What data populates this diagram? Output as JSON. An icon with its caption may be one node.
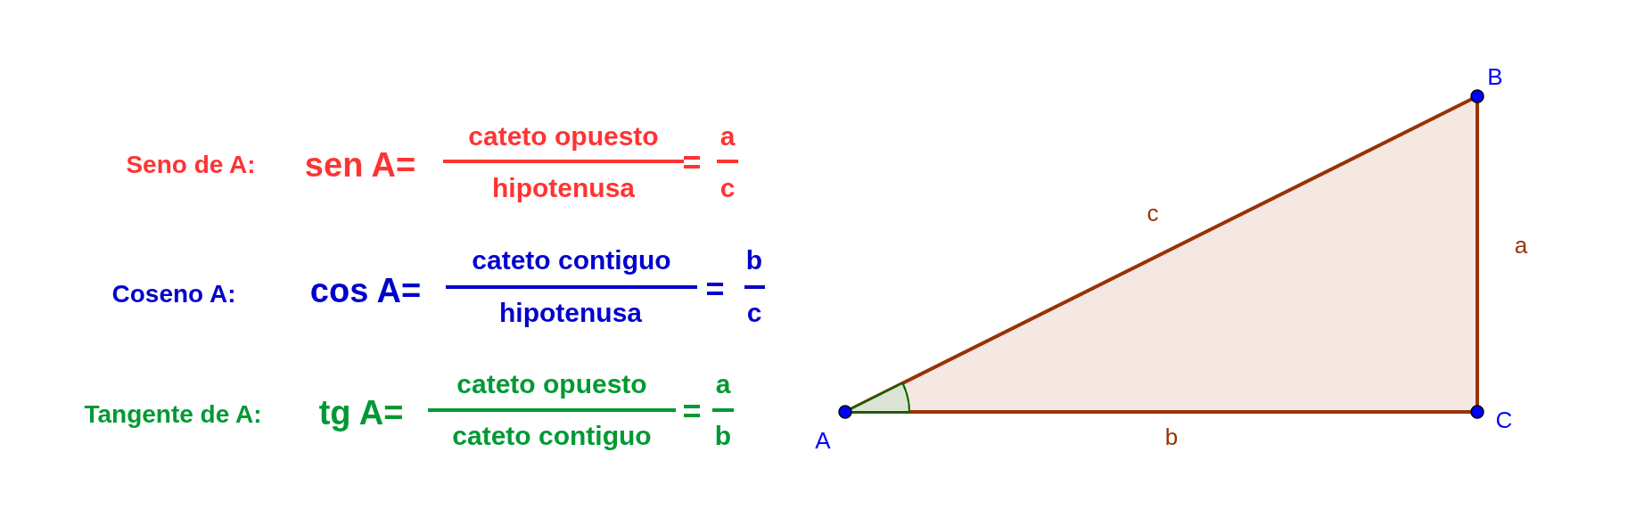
{
  "diagram": {
    "labels": [
      "Seno de A:",
      "sen A=",
      "cateto opuesto",
      "hipotenusa",
      "=",
      "a",
      "c",
      "Coseno A:",
      "cos A=",
      "cateto contiguo",
      "hipotenusa",
      "=",
      "b",
      "c",
      "Tangente de A:",
      "tg A=",
      "cateto opuesto",
      "cateto contiguo",
      "=",
      "a",
      "b",
      "B",
      "c",
      "a",
      "A",
      "C",
      "b"
    ]
  }
}
